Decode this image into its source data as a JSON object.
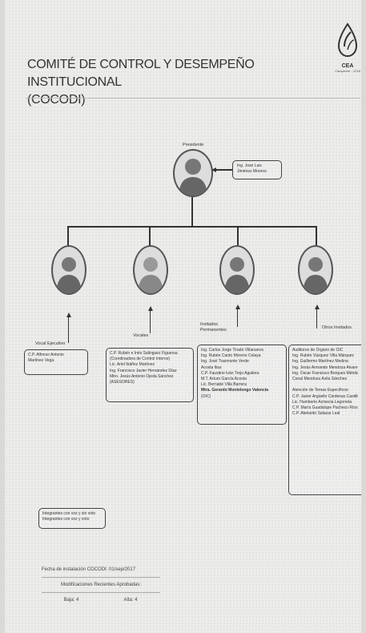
{
  "header": {
    "title_line1": "COMITÉ DE CONTROL Y DESEMPEÑO INSTITUCIONAL",
    "title_line2": "(COCODI)",
    "logo_brand": "CEA",
    "logo_sub": "Campeche · 2018"
  },
  "president": {
    "label": "Presidente",
    "name_line1": "Ing. José Luis",
    "name_line2": "Jiménez Moreno"
  },
  "groups": [
    {
      "label": "Vocal Ejecutivo",
      "lines": [
        "C.P. Alfonso Antonio",
        "Martínez Vega"
      ]
    },
    {
      "label": "Vocales",
      "lines": [
        "C.P. Rubén e Inés Salinguez Figueroa",
        "(Coordinadora de Control Interno)",
        "Lic. Ariel Ibáñez Martínez",
        "Ing. Francisco Javier Hernández Díaz",
        "Mtro. Jesús Antonio Ojeda Sánchez",
        "(ASESORES)"
      ]
    },
    {
      "label": "Invitados Permanentes",
      "lines": [
        "Ing. Carlos Jorge Tirado Villanueva",
        "Ing. Rubén Canto Moreno Celaya",
        "Ing. José Trasmonte Verde",
        "Acosta Ilias",
        "C.P. Faustino Iván Trejo Aguilera",
        "M.T. Arturo García Acosta",
        "Lic. Bernabé Villa Barrera",
        "Mtra. Gerardo Montelongo Valencia",
        "(OIC)"
      ]
    },
    {
      "label": "Otros Invitados",
      "lines": [
        "Auditores de Órgano de OIC",
        "Ing. Rubén Vázquez Villa Márquez",
        "Ing. Guillermo Martínez Medina",
        "Ing. Jesús Armando Mendoza Álvarez",
        "Ing. Oscar Francisco Borques Mérida",
        "Conal Mendoza Ávila Sánchez",
        "",
        "Atención de Temas Específicos:",
        "C.P. Javier Argüello Cárdenas Castillo",
        "Lic. Humberto Acmecia Legorreta",
        "C.P. María Guadalupe Pacheco Ríos",
        "C.P. Abelardo Salazar Leal"
      ]
    }
  ],
  "note_box": {
    "line1": "Integrantes con voz y sin voto",
    "line2": "Integrantes con voz y voto"
  },
  "footer": {
    "line1": "Fecha de instalación COCODI: 01/sep/2017",
    "line2": "Modificaciones Recientes Aprobadas:",
    "col1": "Baja: 4",
    "col2": "Alta: 4"
  }
}
